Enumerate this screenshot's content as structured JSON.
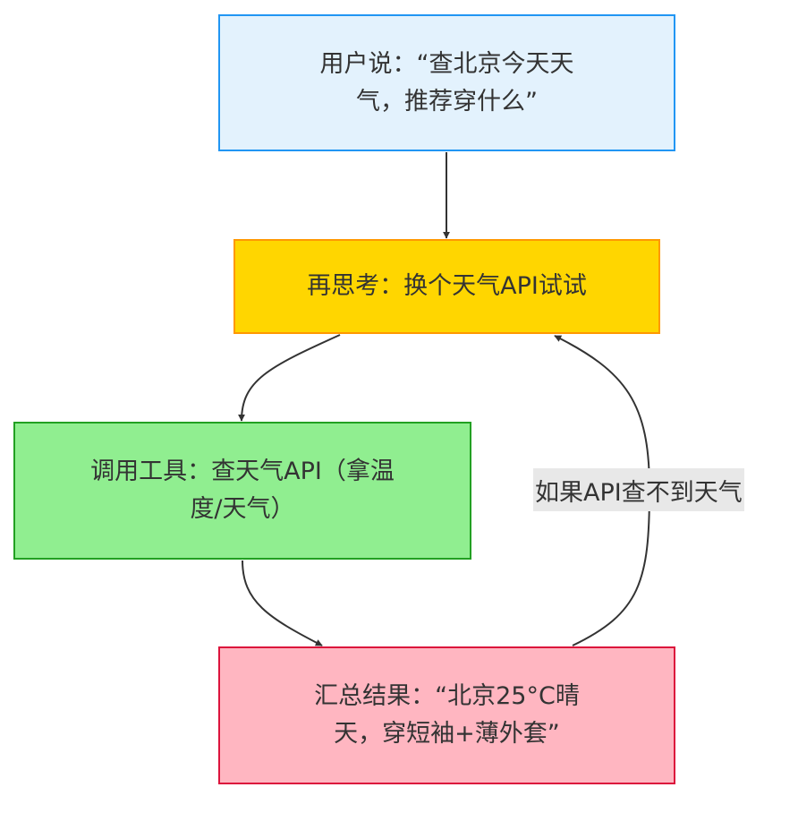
{
  "nodes": {
    "user": {
      "lines": [
        "用户说：“查北京今天天",
        "气，推荐穿什么”"
      ]
    },
    "rethink": {
      "lines": [
        "再思考：换个天气API试试"
      ]
    },
    "tool": {
      "lines": [
        "调用工具：查天气API（拿温",
        "度/天气）"
      ]
    },
    "summary": {
      "lines": [
        "汇总结果：“北京25°C晴",
        "天，穿短袖+薄外套”"
      ]
    }
  },
  "edges": {
    "retry_label": "如果API查不到天气"
  },
  "colors": {
    "user_fill": "#e3f2fd",
    "user_stroke": "#2196f3",
    "rethink_fill": "#ffd600",
    "rethink_stroke": "#ff9800",
    "tool_fill": "#90ee90",
    "tool_stroke": "#22a022",
    "summary_fill": "#ffb6c1",
    "summary_stroke": "#dc143c",
    "edge": "#333333",
    "edge_label_bg": "#e8e8e8"
  }
}
